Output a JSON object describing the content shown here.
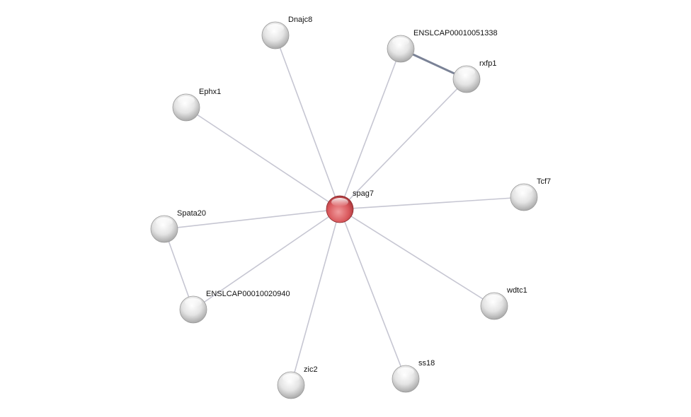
{
  "network": {
    "query_color": "#d9585c",
    "node_color": "#e2e2e2",
    "edge_color": "#c6c6d2",
    "strong_edge_color": "#7a8296",
    "nodes": [
      {
        "id": "spag7",
        "label": "spag7",
        "query": true
      },
      {
        "id": "Dnajc8",
        "label": "Dnajc8"
      },
      {
        "id": "ENSLCAP00010051338",
        "label": "ENSLCAP00010051338"
      },
      {
        "id": "rxfp1",
        "label": "rxfp1"
      },
      {
        "id": "Ephx1",
        "label": "Ephx1"
      },
      {
        "id": "Tcf7",
        "label": "Tcf7"
      },
      {
        "id": "Spata20",
        "label": "Spata20"
      },
      {
        "id": "ENSLCAP00010020940",
        "label": "ENSLCAP00010020940"
      },
      {
        "id": "wdtc1",
        "label": "wdtc1"
      },
      {
        "id": "zic2",
        "label": "zic2"
      },
      {
        "id": "ss18",
        "label": "ss18"
      }
    ],
    "edges": [
      {
        "source": "spag7",
        "target": "Dnajc8"
      },
      {
        "source": "spag7",
        "target": "ENSLCAP00010051338"
      },
      {
        "source": "spag7",
        "target": "rxfp1"
      },
      {
        "source": "spag7",
        "target": "Ephx1"
      },
      {
        "source": "spag7",
        "target": "Tcf7"
      },
      {
        "source": "spag7",
        "target": "Spata20"
      },
      {
        "source": "spag7",
        "target": "ENSLCAP00010020940"
      },
      {
        "source": "spag7",
        "target": "wdtc1"
      },
      {
        "source": "spag7",
        "target": "zic2"
      },
      {
        "source": "spag7",
        "target": "ss18"
      },
      {
        "source": "Spata20",
        "target": "ENSLCAP00010020940"
      },
      {
        "source": "ENSLCAP00010051338",
        "target": "rxfp1",
        "strong": true
      }
    ]
  }
}
